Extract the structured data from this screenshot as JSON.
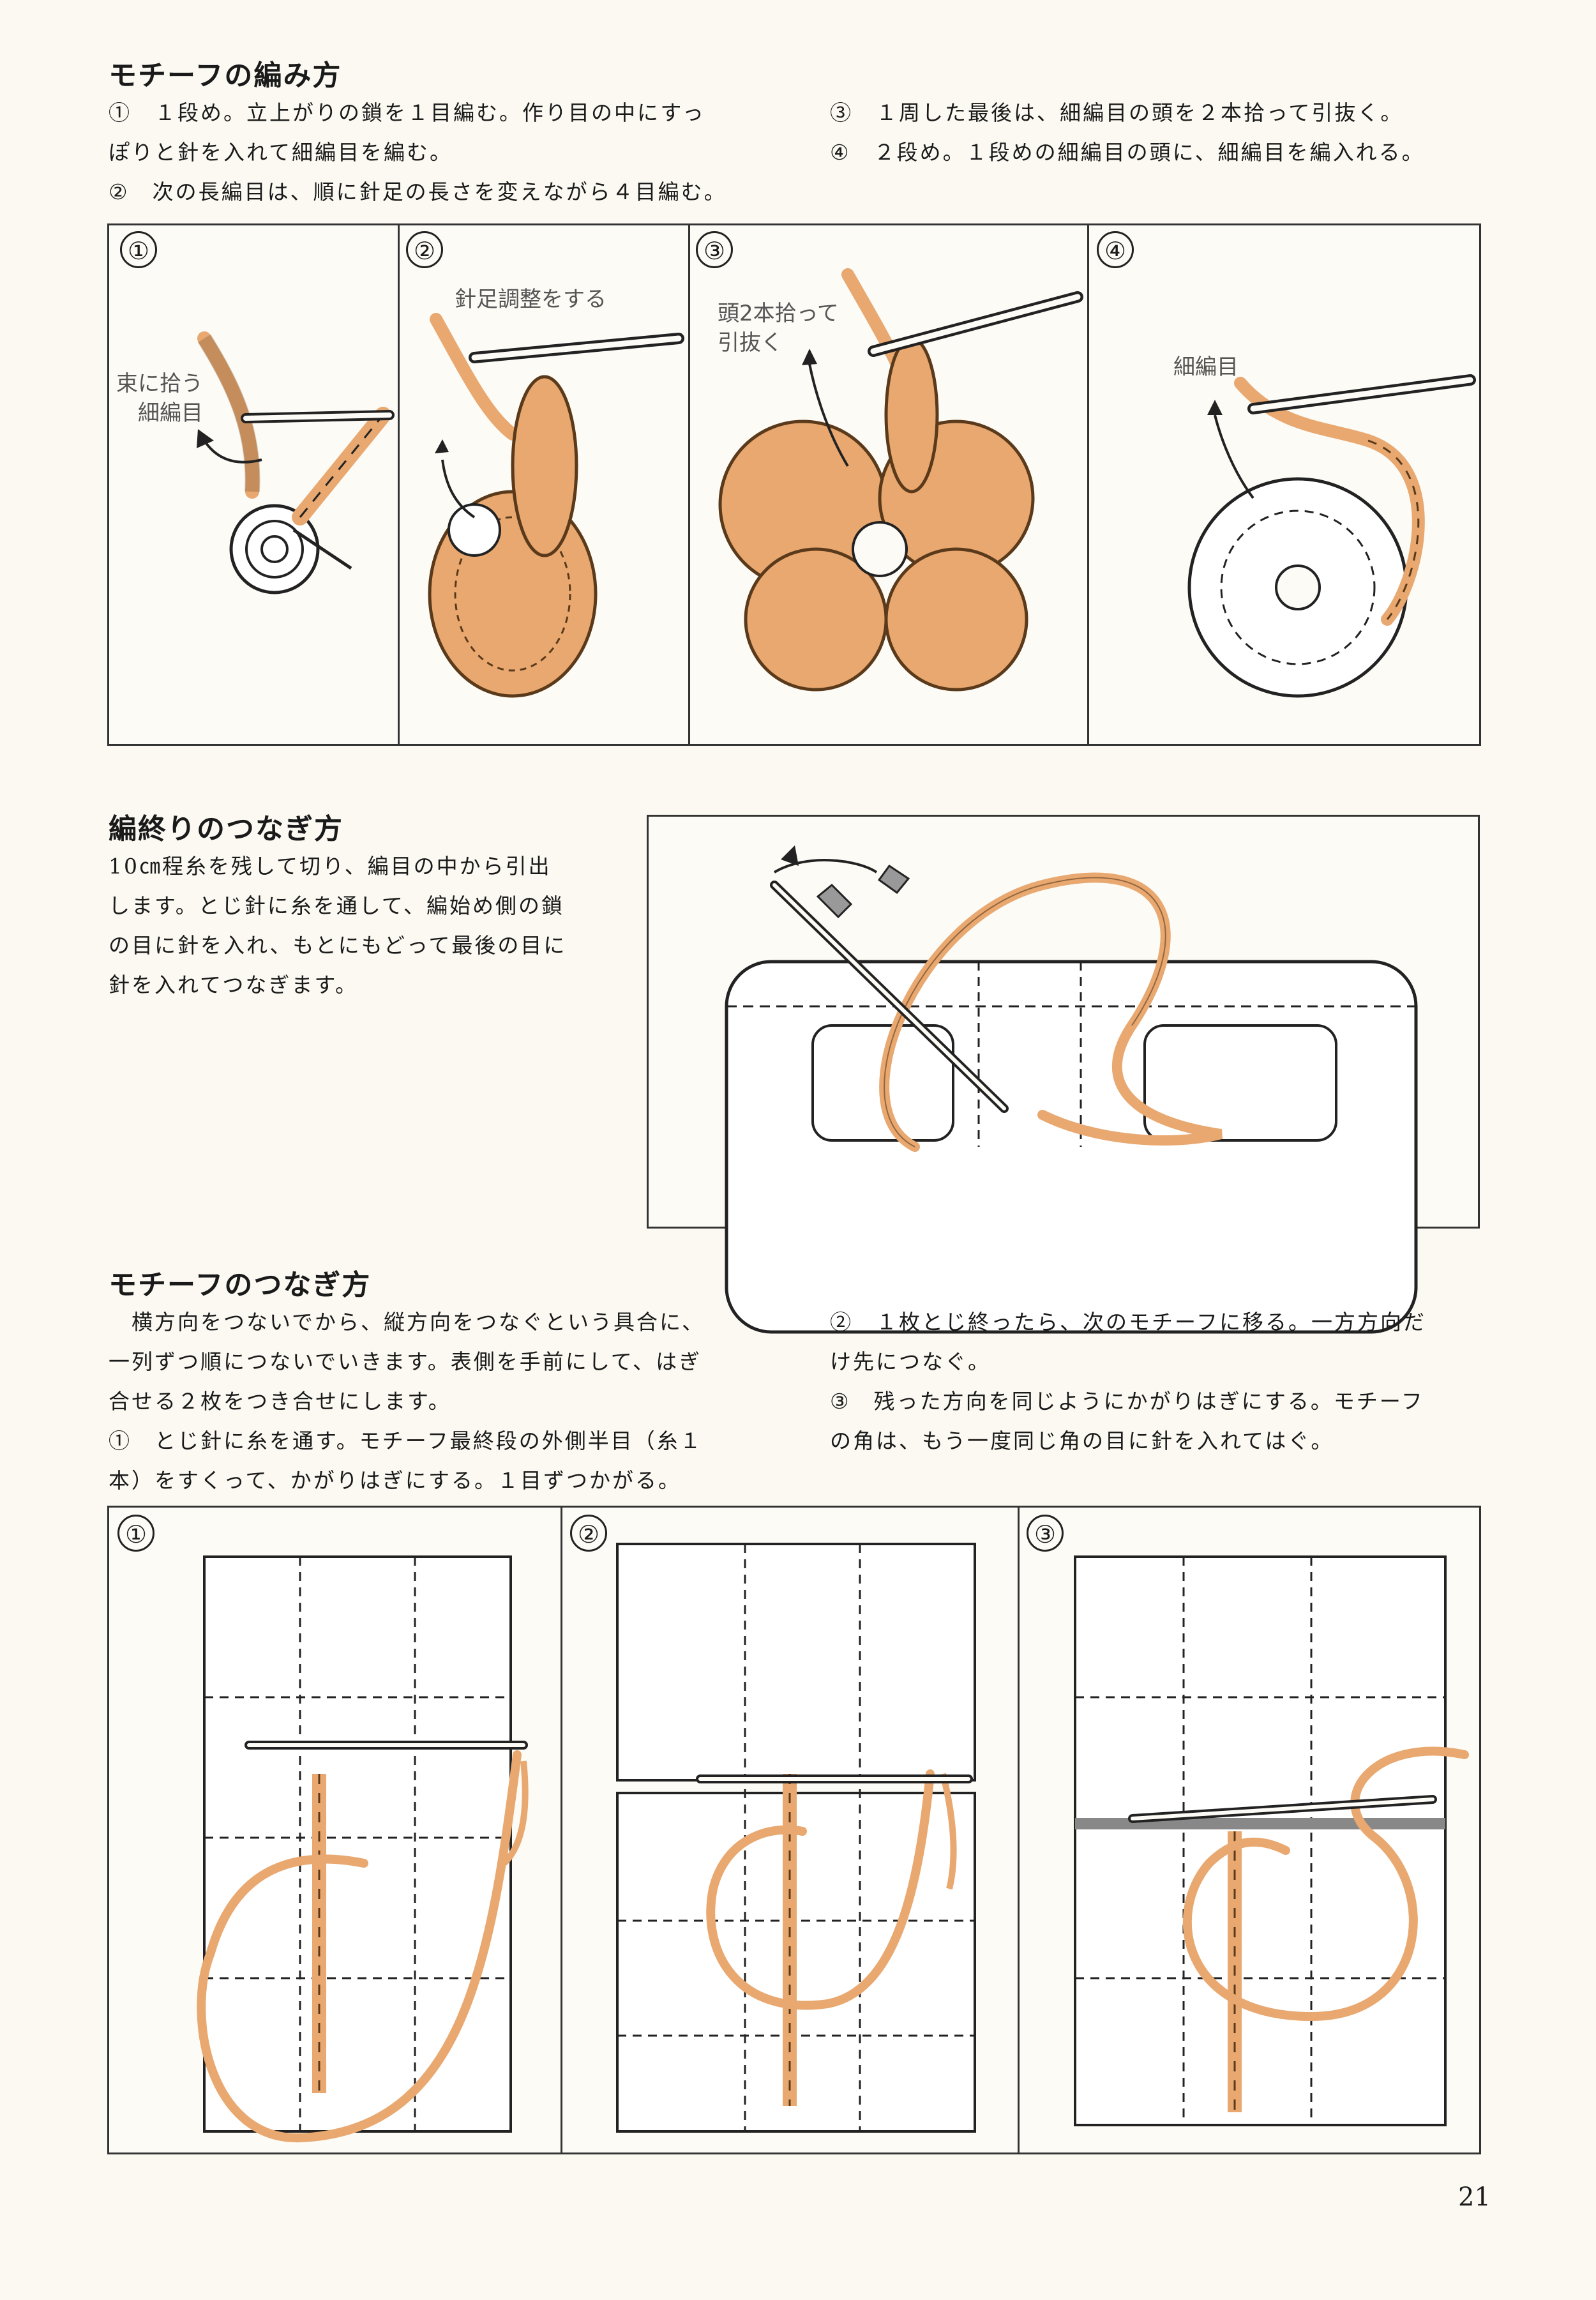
{
  "page_number": "21",
  "section1": {
    "heading": "モチーフの編み方",
    "steps_left": "①　１段め。立上がりの鎖を１目編む。作り目の中にすっ\nぽりと針を入れて細編目を編む。\n②　次の長編目は、順に針足の長さを変えながら４目編む。",
    "steps_right": "③　１周した最後は、細編目の頭を２本拾って引抜く。\n④　２段め。１段めの細編目の頭に、細編目を編入れる。",
    "panels": [
      {
        "num": "①",
        "label": "束に拾う\n　細編目"
      },
      {
        "num": "②",
        "label": "針足調整をする"
      },
      {
        "num": "③",
        "label": "頭2本拾って\n引抜く"
      },
      {
        "num": "④",
        "label": "細編目"
      }
    ]
  },
  "section2": {
    "heading": "編終りのつなぎ方",
    "text": "10㎝程糸を残して切り、編目の中から引出\nします。とじ針に糸を通して、編始め側の鎖\nの目に針を入れ、もとにもどって最後の目に\n針を入れてつなぎます。"
  },
  "section3": {
    "heading": "モチーフのつなぎ方",
    "text_left": "　横方向をつないでから、縦方向をつなぐという具合に、\n一列ずつ順につないでいきます。表側を手前にして、はぎ\n合せる２枚をつき合せにします。\n①　とじ針に糸を通す。モチーフ最終段の外側半目（糸１\n本）をすくって、かがりはぎにする。１目ずつかがる。",
    "text_right": "②　１枚とじ終ったら、次のモチーフに移る。一方方向だ\nけ先につなぐ。\n③　残った方向を同じようにかがりはぎにする。モチーフ\nの角は、もう一度同じ角の目に針を入れてはぐ。",
    "panels": [
      {
        "num": "①"
      },
      {
        "num": "②"
      },
      {
        "num": "③"
      }
    ]
  },
  "colors": {
    "yarn": "#e8a870",
    "yarn_dark": "#7a4a20",
    "outline": "#222222"
  }
}
